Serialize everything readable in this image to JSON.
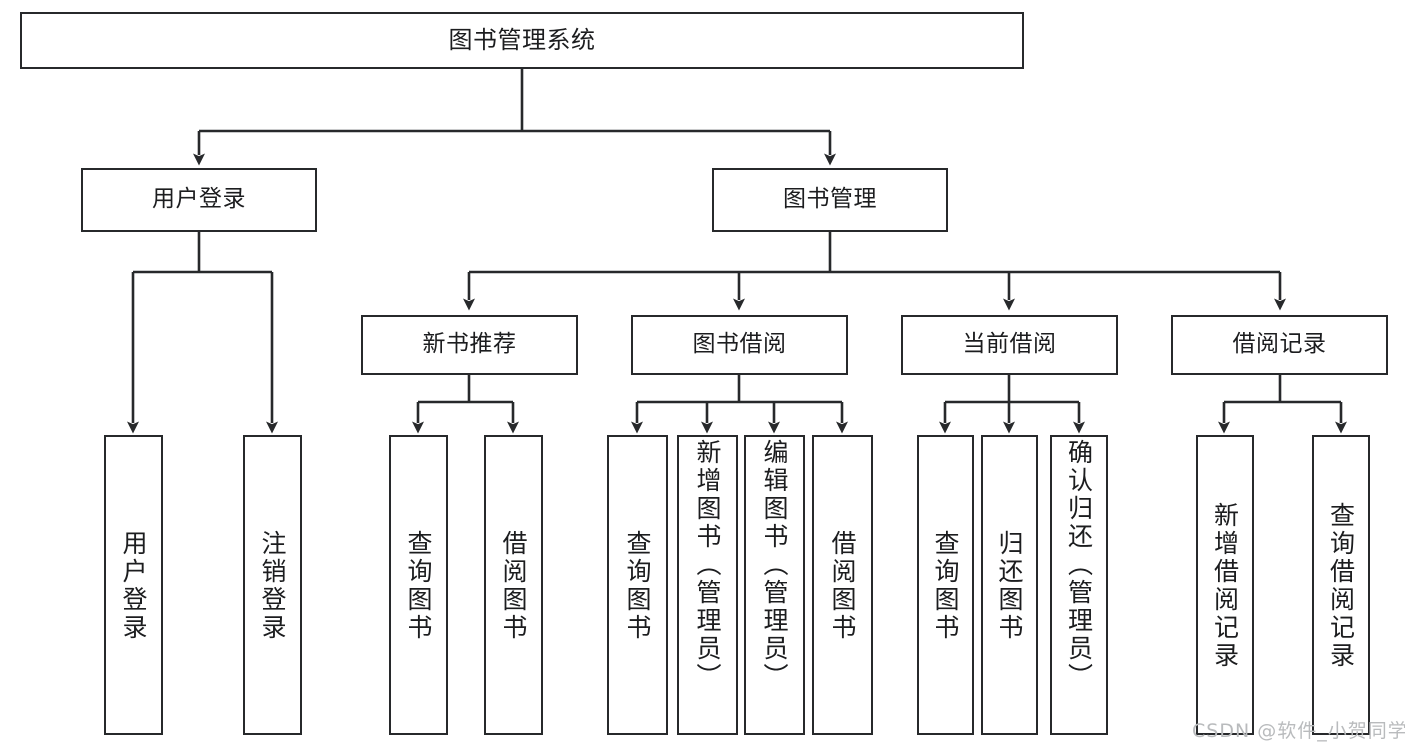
{
  "diagram": {
    "type": "tree-hierarchy-chart",
    "title": "图书管理系统",
    "colors": {
      "box_border": "#27292b",
      "box_fill": "#ffffff",
      "edge": "#27292b",
      "text": "#1c1d1f",
      "watermark": "#b9bbbd",
      "background": "#ffffff"
    },
    "nodes": {
      "root": {
        "label": "图书管理系统"
      },
      "level2": [
        {
          "id": "user-login",
          "label": "用户登录"
        },
        {
          "id": "book-manage",
          "label": "图书管理"
        }
      ],
      "level3": [
        {
          "id": "new-book-recommend",
          "label": "新书推荐"
        },
        {
          "id": "book-borrow",
          "label": "图书借阅"
        },
        {
          "id": "current-borrow",
          "label": "当前借阅"
        },
        {
          "id": "borrow-record",
          "label": "借阅记录"
        }
      ],
      "leaves": {
        "user_login": [
          {
            "id": "leaf-user-login",
            "label": "用户登录"
          },
          {
            "id": "leaf-logout-login",
            "label": "注销登录"
          }
        ],
        "new_book_recommend": [
          {
            "id": "leaf-query-book-1",
            "label": "查询图书"
          },
          {
            "id": "leaf-borrow-book-1",
            "label": "借阅图书"
          }
        ],
        "book_borrow": [
          {
            "id": "leaf-query-book-2",
            "label": "查询图书"
          },
          {
            "id": "leaf-add-book",
            "label": "新增图书（管理员）"
          },
          {
            "id": "leaf-edit-book",
            "label": "编辑图书（管理员）"
          },
          {
            "id": "leaf-borrow-book-2",
            "label": "借阅图书"
          }
        ],
        "current_borrow": [
          {
            "id": "leaf-query-book-3",
            "label": "查询图书"
          },
          {
            "id": "leaf-return-book",
            "label": "归还图书"
          },
          {
            "id": "leaf-confirm-return",
            "label": "确认归还（管理员）"
          }
        ],
        "borrow_record": [
          {
            "id": "leaf-add-record",
            "label": "新增借阅记录"
          },
          {
            "id": "leaf-query-record",
            "label": "查询借阅记录"
          }
        ]
      }
    },
    "watermark": "CSDN @软件_小贺同学"
  }
}
